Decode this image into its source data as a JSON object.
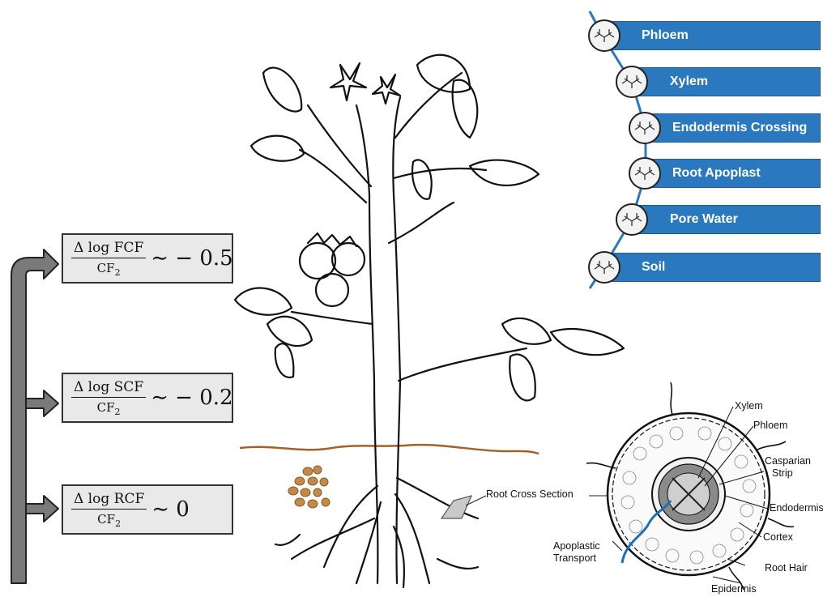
{
  "formulas": [
    {
      "numerator": "Δ log FCF",
      "denominator_base": "CF",
      "denominator_sub": "2",
      "value": "∼ − 0.5"
    },
    {
      "numerator": "Δ log SCF",
      "denominator_base": "CF",
      "denominator_sub": "2",
      "value": "∼ − 0.2"
    },
    {
      "numerator": "Δ log RCF",
      "denominator_base": "CF",
      "denominator_sub": "2",
      "value": "∼ 0"
    }
  ],
  "pathway": [
    {
      "label": "Phloem"
    },
    {
      "label": "Xylem"
    },
    {
      "label": "Endodermis Crossing"
    },
    {
      "label": "Root Apoplast"
    },
    {
      "label": "Pore Water"
    },
    {
      "label": "Soil"
    }
  ],
  "root_section": {
    "callout": "Root Cross Section",
    "xylem": "Xylem",
    "phloem": "Phloem",
    "casparian_line1": "Casparian",
    "casparian_line2": "Strip",
    "endodermis": "Endodermis",
    "cortex": "Cortex",
    "root_hair": "Root Hair",
    "epidermis": "Epidermis",
    "apoplastic_line1": "Apoplastic",
    "apoplastic_line2": "Transport"
  },
  "colors": {
    "pathway_bar": "#2a78be",
    "soil_line": "#a0612b",
    "soil_particles": "#b07a3a",
    "arrow_gray": "#777777",
    "transport_path": "#1f6fb5"
  }
}
